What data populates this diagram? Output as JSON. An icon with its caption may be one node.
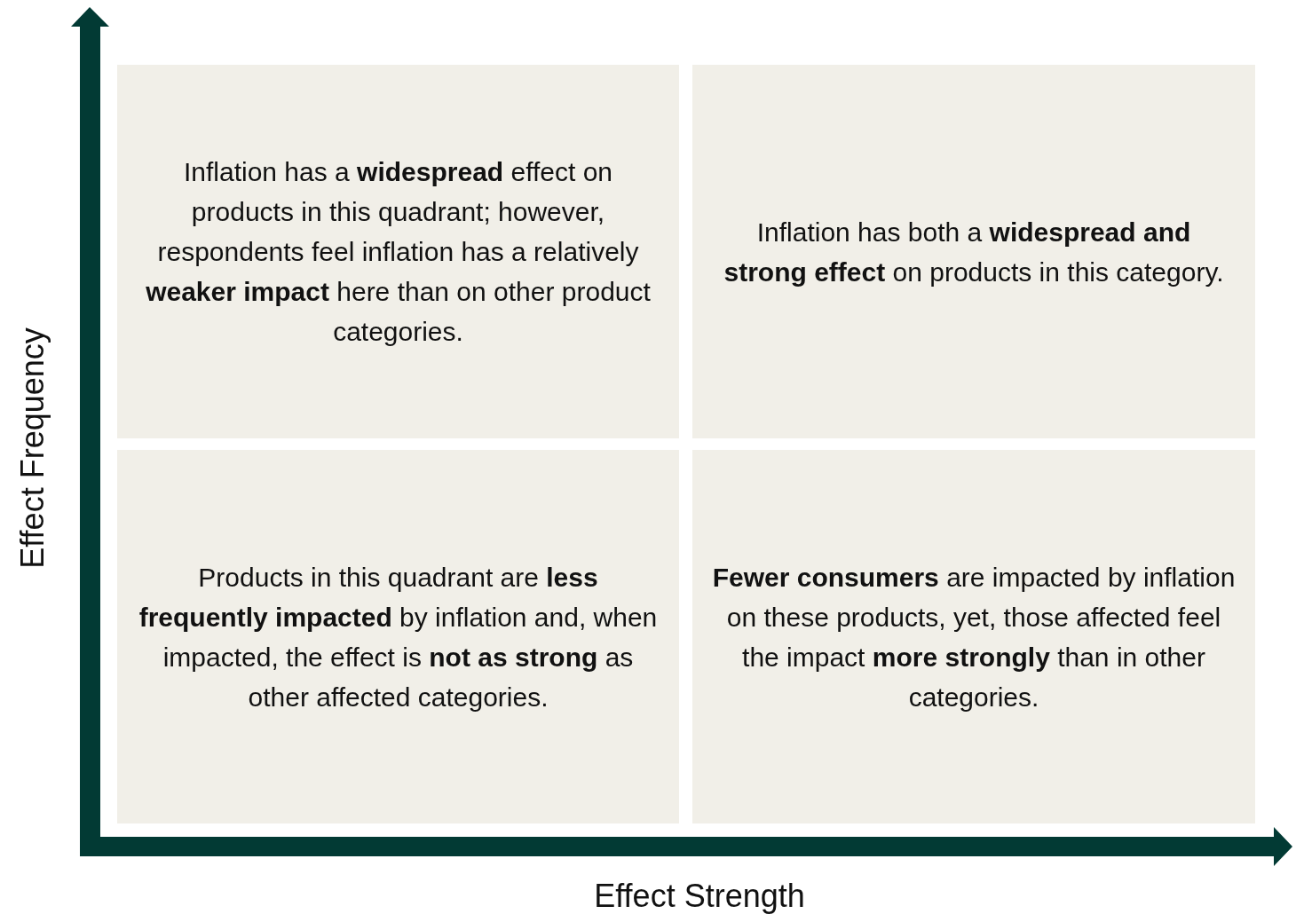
{
  "diagram": {
    "nodes": [
      {
        "text": [
          "Inflation has a **widespread** effect on products in this quadrant; however, respondents feel inflation has a relatively **weaker impact** here than on other product categories."
        ]
      },
      {
        "text": [
          "Inflation has both a **widespread and strong effect** on products in this category."
        ]
      },
      {
        "text": [
          "Products in this quadrant are **less frequently impacted** by inflation and, when impacted, the effect is **not as strong** as other affected categories."
        ]
      },
      {
        "text": [
          "**Fewer consumers** are impacted by inflation on these products, yet, those affected feel the impact **more strongly** than in other categories."
        ]
      }
    ],
    "labels": [
      "Effect Frequency",
      "Effect Strength"
    ]
  }
}
